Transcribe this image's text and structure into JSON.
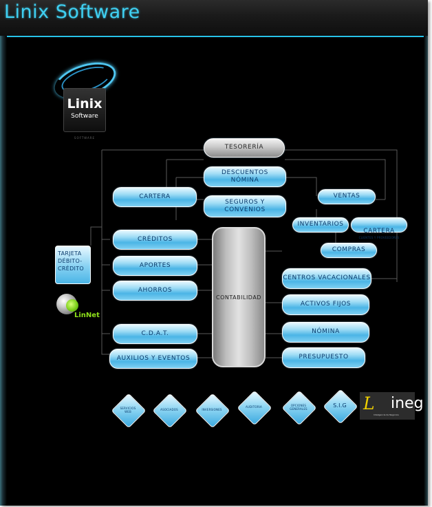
{
  "header": {
    "title": "Linix Software"
  },
  "logo": {
    "word": "Linix",
    "sub": "Software",
    "tag": "SOFTWARE"
  },
  "pills": {
    "tesoreria": "TESORERÍA",
    "descuentos": "DESCUENTOS\nNÓMINA",
    "seguros": "SEGUROS Y\nCONVENIOS",
    "cartera_left": "CARTERA",
    "creditos": "CRÉDITOS",
    "aportes": "APORTES",
    "ahorros": "AHORROS",
    "cdat": "C.D.A.T.",
    "auxilios": "AUXILIOS Y EVENTOS",
    "ventas": "VENTAS",
    "inventarios": "INVENTARIOS",
    "cartera_right": "CARTERA",
    "cartera_right_sub": "CLIENTES Y PROVEEDORES",
    "compras": "COMPRAS",
    "centros": "CENTROS VACACIONALES",
    "activos": "ACTIVOS FIJOS",
    "nomina": "NÓMINA",
    "presupuesto": "PRESUPUESTO"
  },
  "contabilidad": "CONTABILIDAD",
  "tarjeta": "TARJETA\nDÉBITO-\nCRÉDITO",
  "linnet": "LinNet",
  "diamonds": {
    "servicios": "SERVICIOS\nWEB",
    "asociados": "ASOCIADOS",
    "inversiones": "INVERSIONES",
    "auditoria": "AUDITORIA",
    "opciones": "OPCIONES\nGENERALES",
    "sig": "S.I.G"
  },
  "lineg": {
    "L": "L",
    "rest": "ineg",
    "tag": "Inteligencia de Negocios"
  },
  "colors": {
    "accent": "#27c2e8",
    "pill": "#4bb5e6",
    "background": "#000000"
  }
}
